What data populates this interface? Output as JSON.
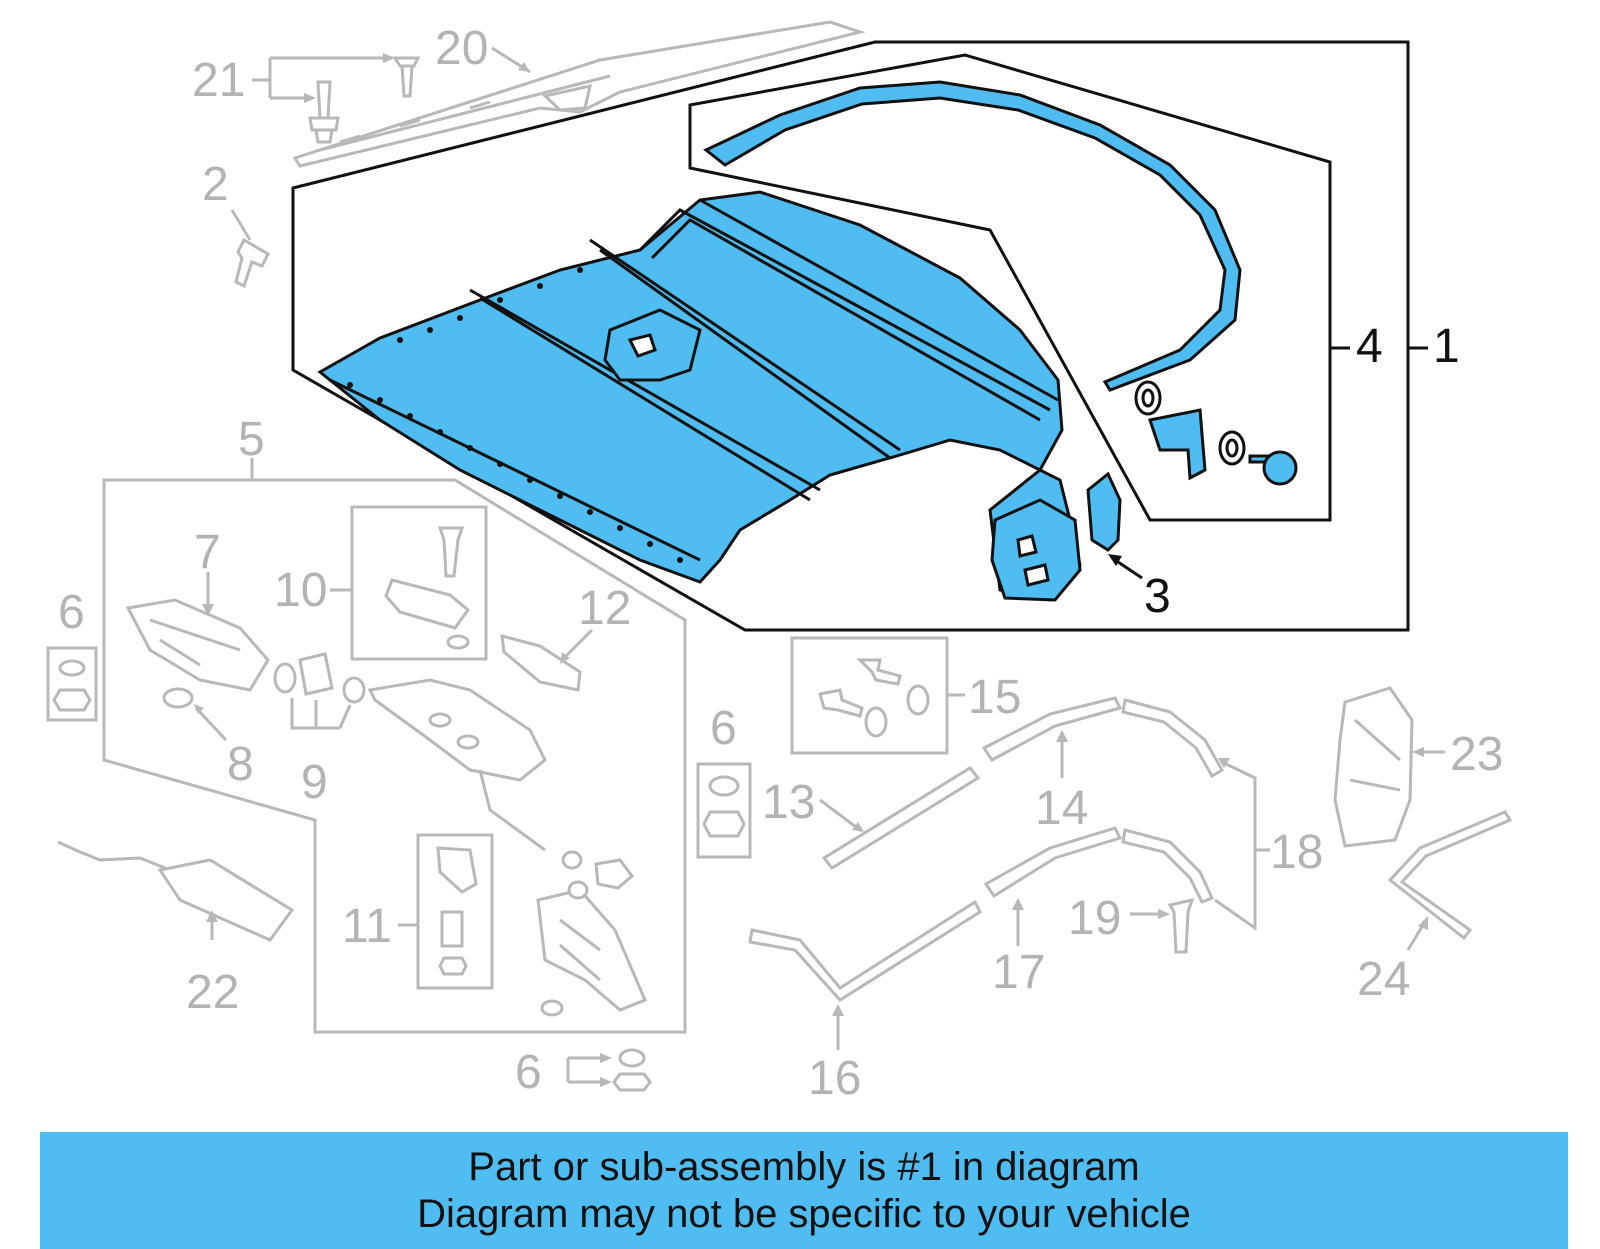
{
  "colors": {
    "highlight": "#4fbdf2",
    "outline_dark": "#111111",
    "outline_grey": "#b8b8b8",
    "callout_grey": "#b3b3b3",
    "banner": "#4fbdf2"
  },
  "callouts": {
    "c1": "1",
    "c2": "2",
    "c3": "3",
    "c4": "4",
    "c5": "5",
    "c6a": "6",
    "c6b": "6",
    "c6c": "6",
    "c7": "7",
    "c8": "8",
    "c9": "9",
    "c10": "10",
    "c11": "11",
    "c12": "12",
    "c13": "13",
    "c14": "14",
    "c15": "15",
    "c16": "16",
    "c17": "17",
    "c18": "18",
    "c19": "19",
    "c20": "20",
    "c21": "21",
    "c22": "22",
    "c23": "23",
    "c24": "24"
  },
  "banner": {
    "line1": "Part or sub-assembly is #1 in diagram",
    "line2": "Diagram may not be specific to your vehicle"
  }
}
